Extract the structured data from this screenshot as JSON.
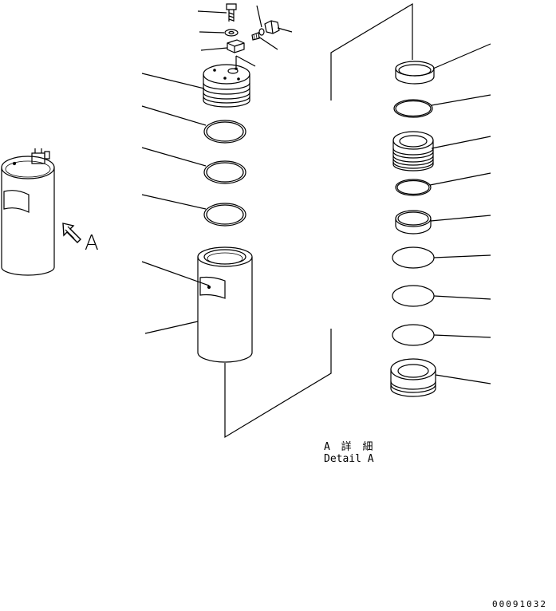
{
  "figure": {
    "view_marker_letter": "A",
    "detail_caption_jp": "A 詳 細",
    "detail_caption_en": "Detail A",
    "drawing_number": "00091032"
  },
  "colors": {
    "ink": "#000000",
    "background": "#ffffff"
  }
}
